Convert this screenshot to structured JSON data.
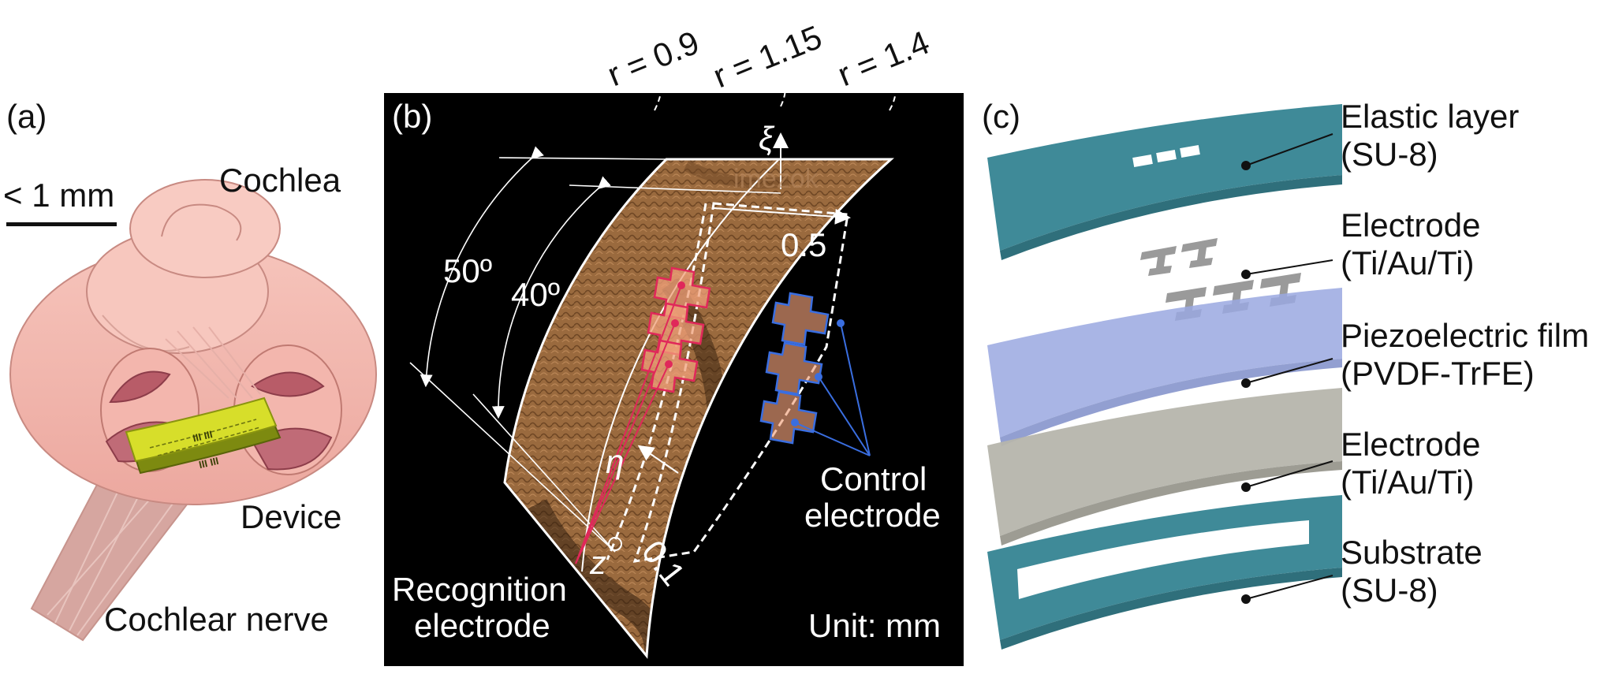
{
  "panels": {
    "a": {
      "label": "(a)",
      "scale_bar": "< 1 mm",
      "cochlea": "Cochlea",
      "device": "Device",
      "nerve": "Cochlear nerve",
      "device_marks": "III III"
    },
    "b": {
      "label": "(b)",
      "radii": [
        "r = 0.9",
        "r = 1.15",
        "r = 1.4"
      ],
      "axis_xi": "ξ",
      "axis_eta": "η",
      "axis_z": "z",
      "angle_outer": "50º",
      "angle_inner": "40º",
      "dim_top": "0.5",
      "dim_bottom": "0.1",
      "recognition": [
        "Recognition",
        "electrode"
      ],
      "control": [
        "Control",
        "electrode"
      ],
      "unit": "Unit: mm",
      "watermark": "imezok"
    },
    "c": {
      "label": "(c)",
      "layers": [
        {
          "name": "Elastic layer",
          "material": "(SU-8)",
          "color": "#3f8a98"
        },
        {
          "name": "Electrode",
          "material": "(Ti/Au/Ti)",
          "color": "#9a9a9a"
        },
        {
          "name": "Piezoelectric film",
          "material": "(PVDF-TrFE)",
          "color": "#9aa8e0"
        },
        {
          "name": "Electrode",
          "material": "(Ti/Au/Ti)",
          "color": "#b6b5ac"
        },
        {
          "name": "Substrate",
          "material": "(SU-8)",
          "color": "#3f8a98"
        }
      ]
    }
  }
}
